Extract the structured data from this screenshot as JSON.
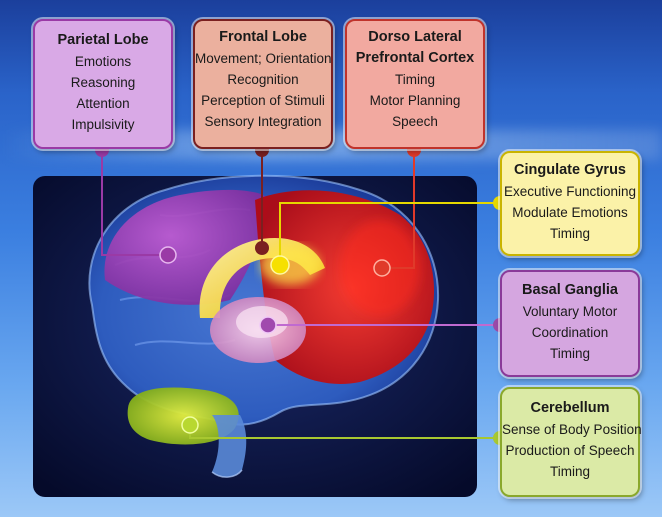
{
  "boxes": {
    "parietal": {
      "title": "Parietal Lobe",
      "lines": [
        "Emotions",
        "Reasoning",
        "Attention",
        "Impulsivity"
      ]
    },
    "frontal": {
      "title": "Frontal Lobe",
      "lines": [
        "Movement; Orientation",
        "Recognition",
        "Perception of Stimuli",
        "Sensory Integration"
      ]
    },
    "dlpfc": {
      "title_1": "Dorso Lateral",
      "title_2": "Prefrontal Cortex",
      "lines": [
        "Timing",
        "Motor Planning",
        "Speech"
      ]
    },
    "cingulate": {
      "title": "Cingulate Gyrus",
      "lines": [
        "Executive Functioning",
        "Modulate Emotions",
        "Timing"
      ]
    },
    "basal": {
      "title": "Basal Ganglia",
      "lines": [
        "Voluntary Motor",
        "Coordination",
        "Timing"
      ]
    },
    "cerebellum": {
      "title": "Cerebellum",
      "lines": [
        "Sense of Body Position",
        "Production of Speech",
        "Timing"
      ]
    }
  },
  "colors": {
    "parietal": "#9a3aa6",
    "frontal": "#7a2020",
    "dlpfc": "#e03a2a",
    "cingulate": "#e6d800",
    "basal": "#9a4aa8",
    "cerebellum": "#a8c830"
  }
}
